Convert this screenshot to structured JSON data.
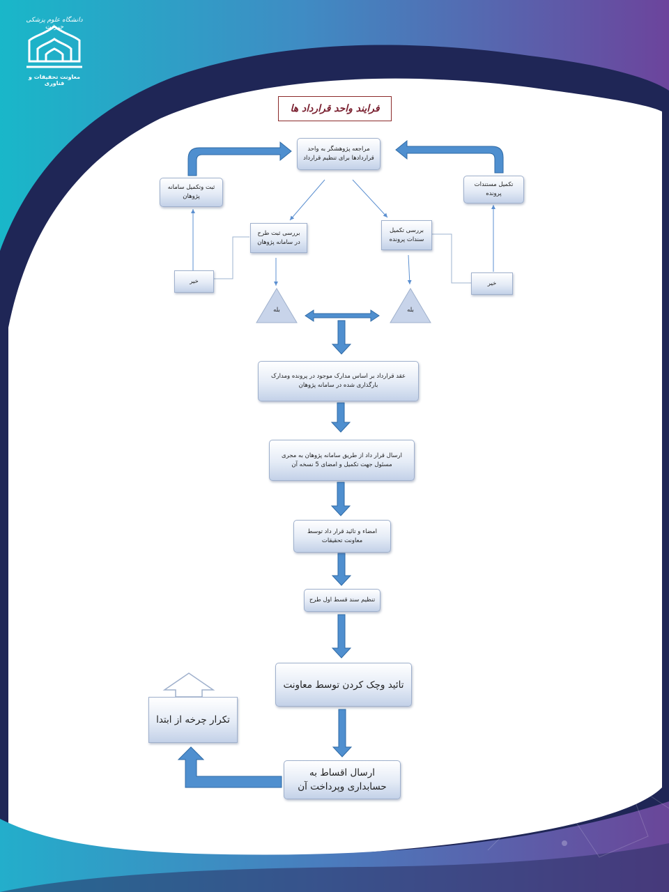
{
  "header": {
    "logo_subtitle": "معاونت تحقیقات و فناوری",
    "logo_script": "دانشگاه علوم پزشکی جیرفت"
  },
  "title": "فرایند واحد قرارداد ها",
  "nodes": {
    "start": "مراجعه پژوهشگر به واحد قراردادها برای تنظیم قرارداد",
    "register": "ثبت وتکمیل سامانه پژوهان",
    "complete_docs": "تکمیل مستندات پرونده",
    "check_register": "بررسی ثبت طرح در سامانه پژوهان",
    "check_docs": "بررسی تکمیل سندات پرونده",
    "no_left": "خیر",
    "no_right": "خیر",
    "yes_left": "بله",
    "yes_right": "بله",
    "contract": "عقد قرارداد بر اساس مدارک موجود در پرونده ومدارک بارگذاری شده در سامانه پژوهان",
    "send": "ارسال قرار داد از طریق سامانه پژوهان به مجری مسئول جهت تکمیل و امضای 5 نسخه آن",
    "sign": "امضاء و تائید قرار داد توسط معاونت تحقیقات",
    "first_installment": "تنظیم سند قسط اول طرح",
    "approve": "تائید وچک کردن توسط معاونت",
    "pay": "ارسال اقساط به حسابداری وپرداخت آن",
    "repeat": "تکرار چرخه از ابتدا"
  },
  "colors": {
    "teal": "#19b4c8",
    "purple": "#6a4a9e",
    "navy": "#232a5c",
    "arrow_fill": "#4f8fcf",
    "arrow_stroke": "#2f6aa5",
    "title_border": "#8b2a2a"
  }
}
